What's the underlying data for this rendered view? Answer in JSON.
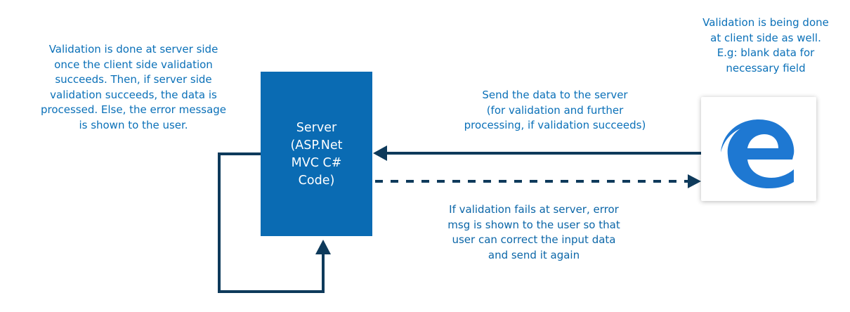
{
  "notes": {
    "server_validation": [
      "Validation is done at server side",
      "once the client side validation",
      "succeeds. Then, if server side",
      "validation succeeds, the data is",
      "processed. Else, the error message",
      "is shown to the user."
    ],
    "client_validation": [
      "Validation is being done",
      "at client side as well.",
      "E.g: blank data for",
      "necessary field"
    ],
    "send_data": [
      "Send the data to the server",
      "(for validation and further",
      "processing, if validation succeeds)"
    ],
    "validation_fail": [
      "If validation fails at server, error",
      "msg is shown to the user so that",
      "user can correct the input data",
      "and send it again"
    ]
  },
  "server": {
    "label_lines": [
      "Server",
      "(ASP.Net",
      "MVC C#",
      "Code)"
    ]
  },
  "browser": {
    "icon": "edge-browser-icon"
  },
  "colors": {
    "text_blue": "#0a70b8",
    "server_fill": "#0a6bb3",
    "arrow": "#0e3a5b",
    "edge_icon": "#1e78d2"
  }
}
